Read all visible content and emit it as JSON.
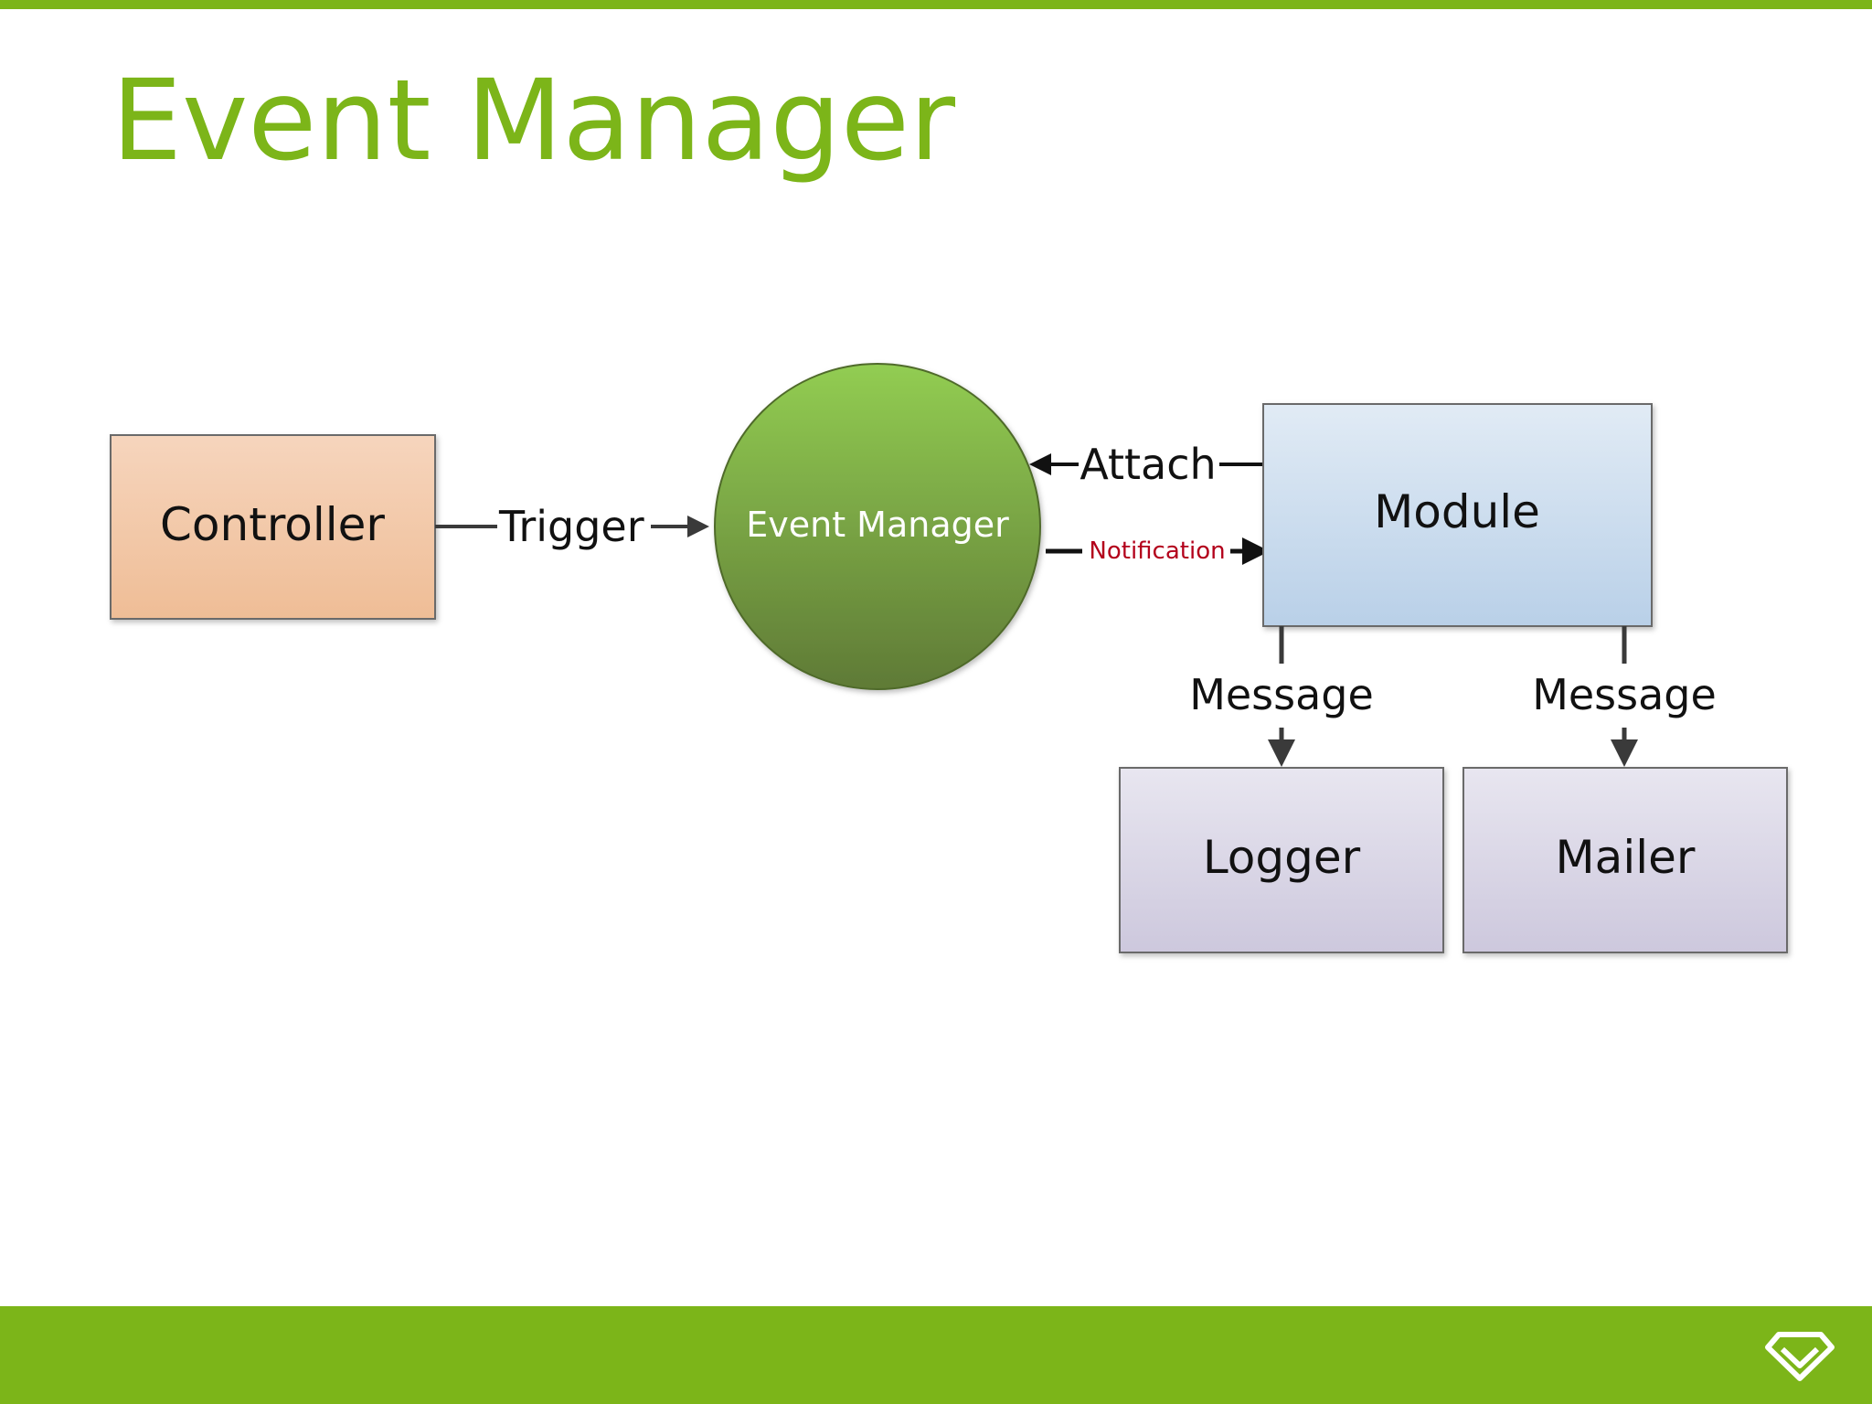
{
  "slide": {
    "title": "Event Manager",
    "accent_color": "#7cb519",
    "logo_icon": "diamond-logo-icon"
  },
  "diagram": {
    "nodes": {
      "controller": "Controller",
      "event_manager": "Event Manager",
      "module": "Module",
      "logger": "Logger",
      "mailer": "Mailer"
    },
    "edges": {
      "trigger": "Trigger",
      "attach": "Attach",
      "notification": "Notification",
      "message_logger": "Message",
      "message_mailer": "Message"
    },
    "colors": {
      "controller_fill_top": "#f6d5bd",
      "controller_fill_bottom": "#efbd96",
      "event_manager_fill_top": "#92cd52",
      "event_manager_fill_bottom": "#5f7a36",
      "module_fill_top": "#e1ebf5",
      "module_fill_bottom": "#b9d0e8",
      "worker_fill_top": "#e8e6f0",
      "worker_fill_bottom": "#cdc8dd",
      "notification_text": "#b3001b",
      "arrow": "#3a3a3a"
    }
  }
}
